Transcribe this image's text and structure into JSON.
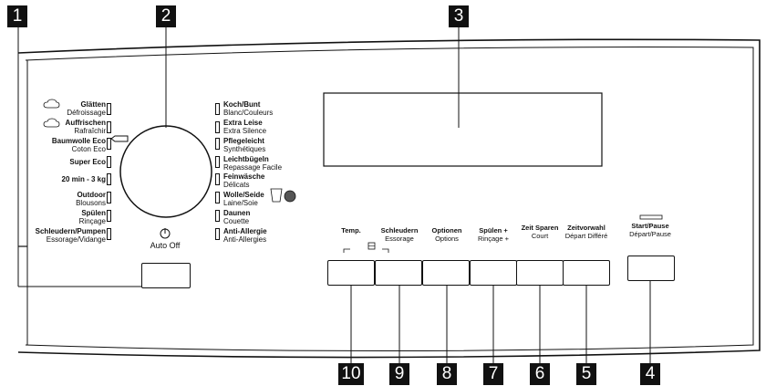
{
  "callouts": [
    "1",
    "2",
    "3",
    "4",
    "5",
    "6",
    "7",
    "8",
    "9",
    "10"
  ],
  "programs_left": [
    {
      "de": "Glätten",
      "fr": "Défroissage",
      "icon": "steam-cloud-icon"
    },
    {
      "de": "Auffrischen",
      "fr": "Rafraîchir",
      "icon": "steam-cloud-icon"
    },
    {
      "de": "Baumwolle Eco",
      "fr": "Coton Eco"
    },
    {
      "de": "Super Eco",
      "fr": ""
    },
    {
      "de": "20 min - 3 kg",
      "fr": ""
    },
    {
      "de": "Outdoor",
      "fr": "Blousons"
    },
    {
      "de": "Spülen",
      "fr": "Rinçage"
    },
    {
      "de": "Schleudern/Pumpen",
      "fr": "Essorage/Vidange"
    }
  ],
  "programs_right": [
    {
      "de": "Koch/Bunt",
      "fr": "Blanc/Couleurs"
    },
    {
      "de": "Extra Leise",
      "fr": "Extra Silence"
    },
    {
      "de": "Pflegeleicht",
      "fr": "Synthétiques"
    },
    {
      "de": "Leichtbügeln",
      "fr": "Repassage Facile"
    },
    {
      "de": "Feinwäsche",
      "fr": "Délicats"
    },
    {
      "de": "Wolle/Seide",
      "fr": "Laine/Soie",
      "icons": [
        "handwash-icon",
        "wool-icon"
      ]
    },
    {
      "de": "Daunen",
      "fr": "Couette"
    },
    {
      "de": "Anti-Allergie",
      "fr": "Anti-Allergies"
    }
  ],
  "auto_off": "Auto Off",
  "buttons": [
    {
      "de": "Temp.",
      "fr": ""
    },
    {
      "de": "Schleudern",
      "fr": "Essorage"
    },
    {
      "de": "Optionen",
      "fr": "Options"
    },
    {
      "de": "Spülen +",
      "fr": "Rinçage +"
    },
    {
      "de": "Zeit Sparen",
      "fr": "Court"
    },
    {
      "de": "Zeitvorwahl",
      "fr": "Départ Différé"
    }
  ],
  "start_pause": {
    "de": "Start/Pause",
    "fr": "Départ/Pause"
  },
  "icons": {
    "power": "power-icon",
    "lock": "child-lock-icon",
    "door": "door-lock-icon"
  }
}
